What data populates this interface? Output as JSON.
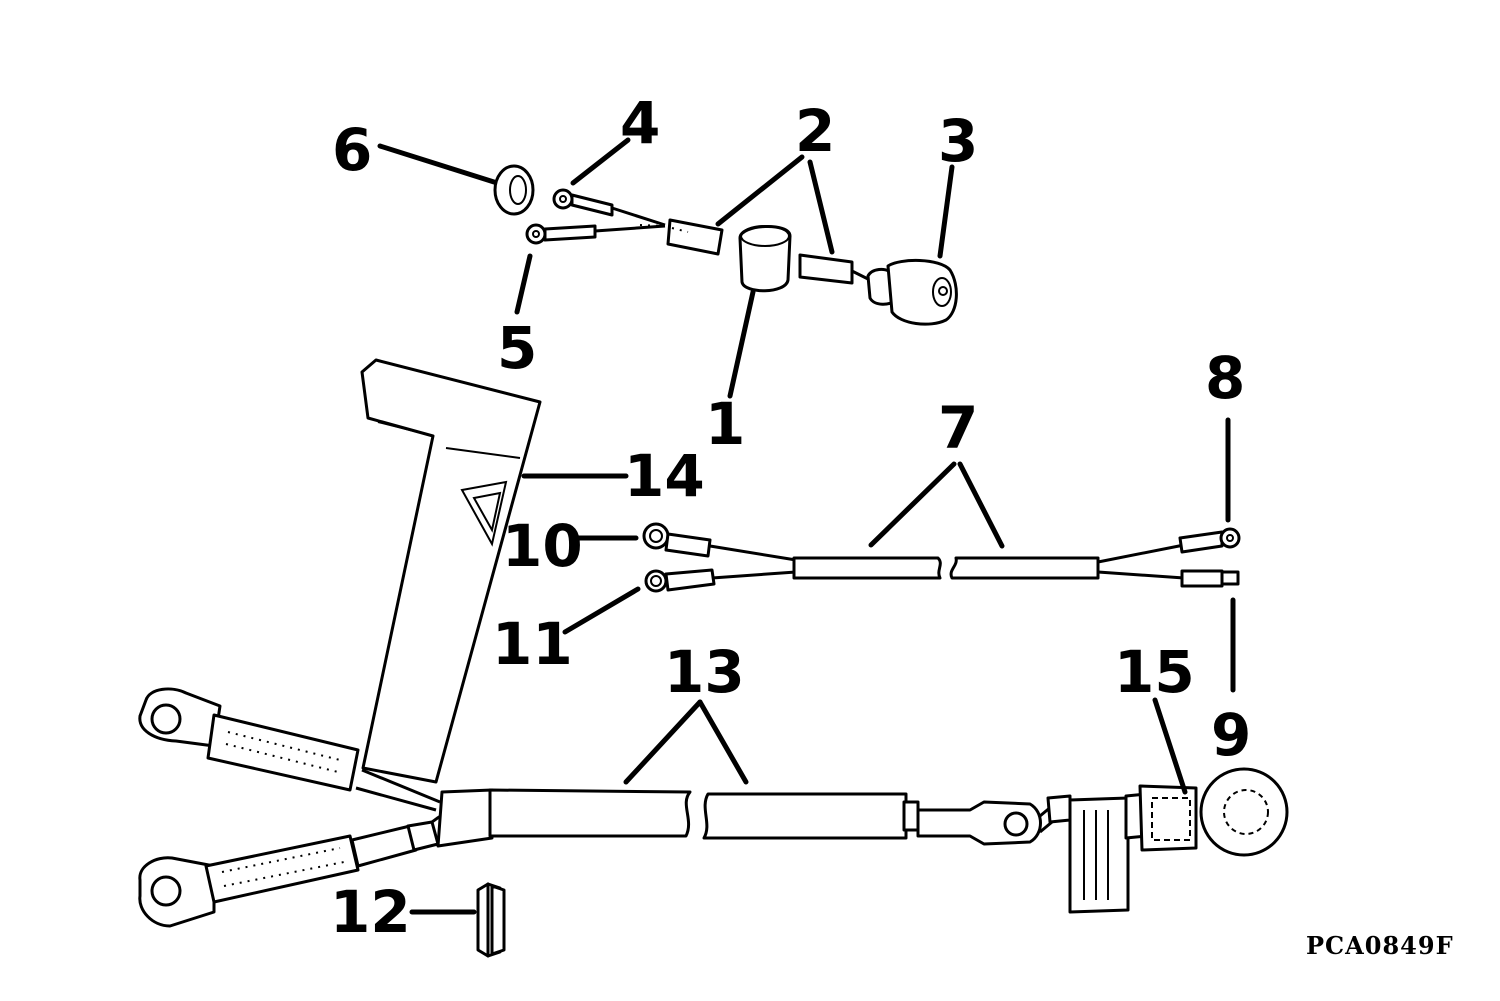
{
  "diagram": {
    "drawing_code": "PCA0849F",
    "callouts": [
      {
        "id": "c1",
        "label": "1"
      },
      {
        "id": "c2",
        "label": "2"
      },
      {
        "id": "c3",
        "label": "3"
      },
      {
        "id": "c4",
        "label": "4"
      },
      {
        "id": "c5",
        "label": "5"
      },
      {
        "id": "c6",
        "label": "6"
      },
      {
        "id": "c7",
        "label": "7"
      },
      {
        "id": "c8",
        "label": "8"
      },
      {
        "id": "c9",
        "label": "9"
      },
      {
        "id": "c10",
        "label": "10"
      },
      {
        "id": "c11",
        "label": "11"
      },
      {
        "id": "c12",
        "label": "12"
      },
      {
        "id": "c13",
        "label": "13"
      },
      {
        "id": "c14",
        "label": "14"
      },
      {
        "id": "c15",
        "label": "15"
      }
    ]
  }
}
